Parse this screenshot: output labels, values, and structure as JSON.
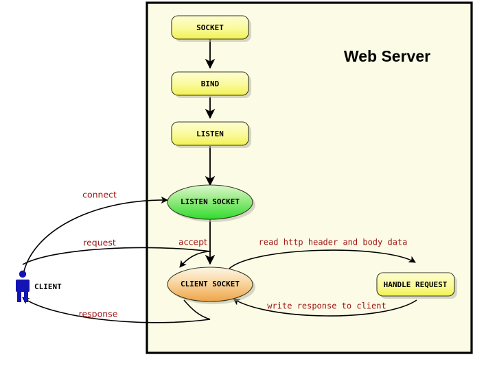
{
  "diagram": {
    "title": "Web Server",
    "container": {
      "label": "web-server-boundary",
      "fill": "#fbfbe6",
      "border": "#000000"
    },
    "actor": {
      "label": "CLIENT",
      "color": "#1414b4"
    },
    "nodes": [
      {
        "id": "socket",
        "label": "SOCKET",
        "shape": "rounded-rect",
        "fill_top": "#fcfcc9",
        "fill_bottom": "#f2f257"
      },
      {
        "id": "bind",
        "label": "BIND",
        "shape": "rounded-rect",
        "fill_top": "#fcfcc9",
        "fill_bottom": "#f2f257"
      },
      {
        "id": "listen",
        "label": "LISTEN",
        "shape": "rounded-rect",
        "fill_top": "#fcfcc9",
        "fill_bottom": "#f2f257"
      },
      {
        "id": "listen-socket",
        "label": "LISTEN SOCKET",
        "shape": "ellipse",
        "fill_top": "#d4f5c0",
        "fill_bottom": "#33dd33"
      },
      {
        "id": "client-socket",
        "label": "CLIENT SOCKET",
        "shape": "ellipse",
        "fill_top": "#fdf3de",
        "fill_bottom": "#efa64c"
      },
      {
        "id": "handle-request",
        "label": "HANDLE REQUEST",
        "shape": "rounded-rect",
        "fill_top": "#fcfcc9",
        "fill_bottom": "#f2f257"
      }
    ],
    "edges": [
      {
        "id": "socket-bind",
        "label": "",
        "from": "socket",
        "to": "bind"
      },
      {
        "id": "bind-listen",
        "label": "",
        "from": "bind",
        "to": "listen"
      },
      {
        "id": "listen-listensocket",
        "label": "",
        "from": "listen",
        "to": "listen-socket"
      },
      {
        "id": "accept",
        "label": "accept",
        "from": "listen-socket",
        "to": "client-socket"
      },
      {
        "id": "connect",
        "label": "connect",
        "from": "client",
        "to": "listen-socket"
      },
      {
        "id": "request",
        "label": "request",
        "from": "client",
        "to": "client-socket"
      },
      {
        "id": "response",
        "label": "response",
        "from": "client-socket",
        "to": "client"
      },
      {
        "id": "read",
        "label": "read http header and body data",
        "from": "client-socket",
        "to": "handle-request"
      },
      {
        "id": "write",
        "label": "write response to client",
        "from": "handle-request",
        "to": "client-socket"
      }
    ],
    "label_color": "#a01515"
  }
}
